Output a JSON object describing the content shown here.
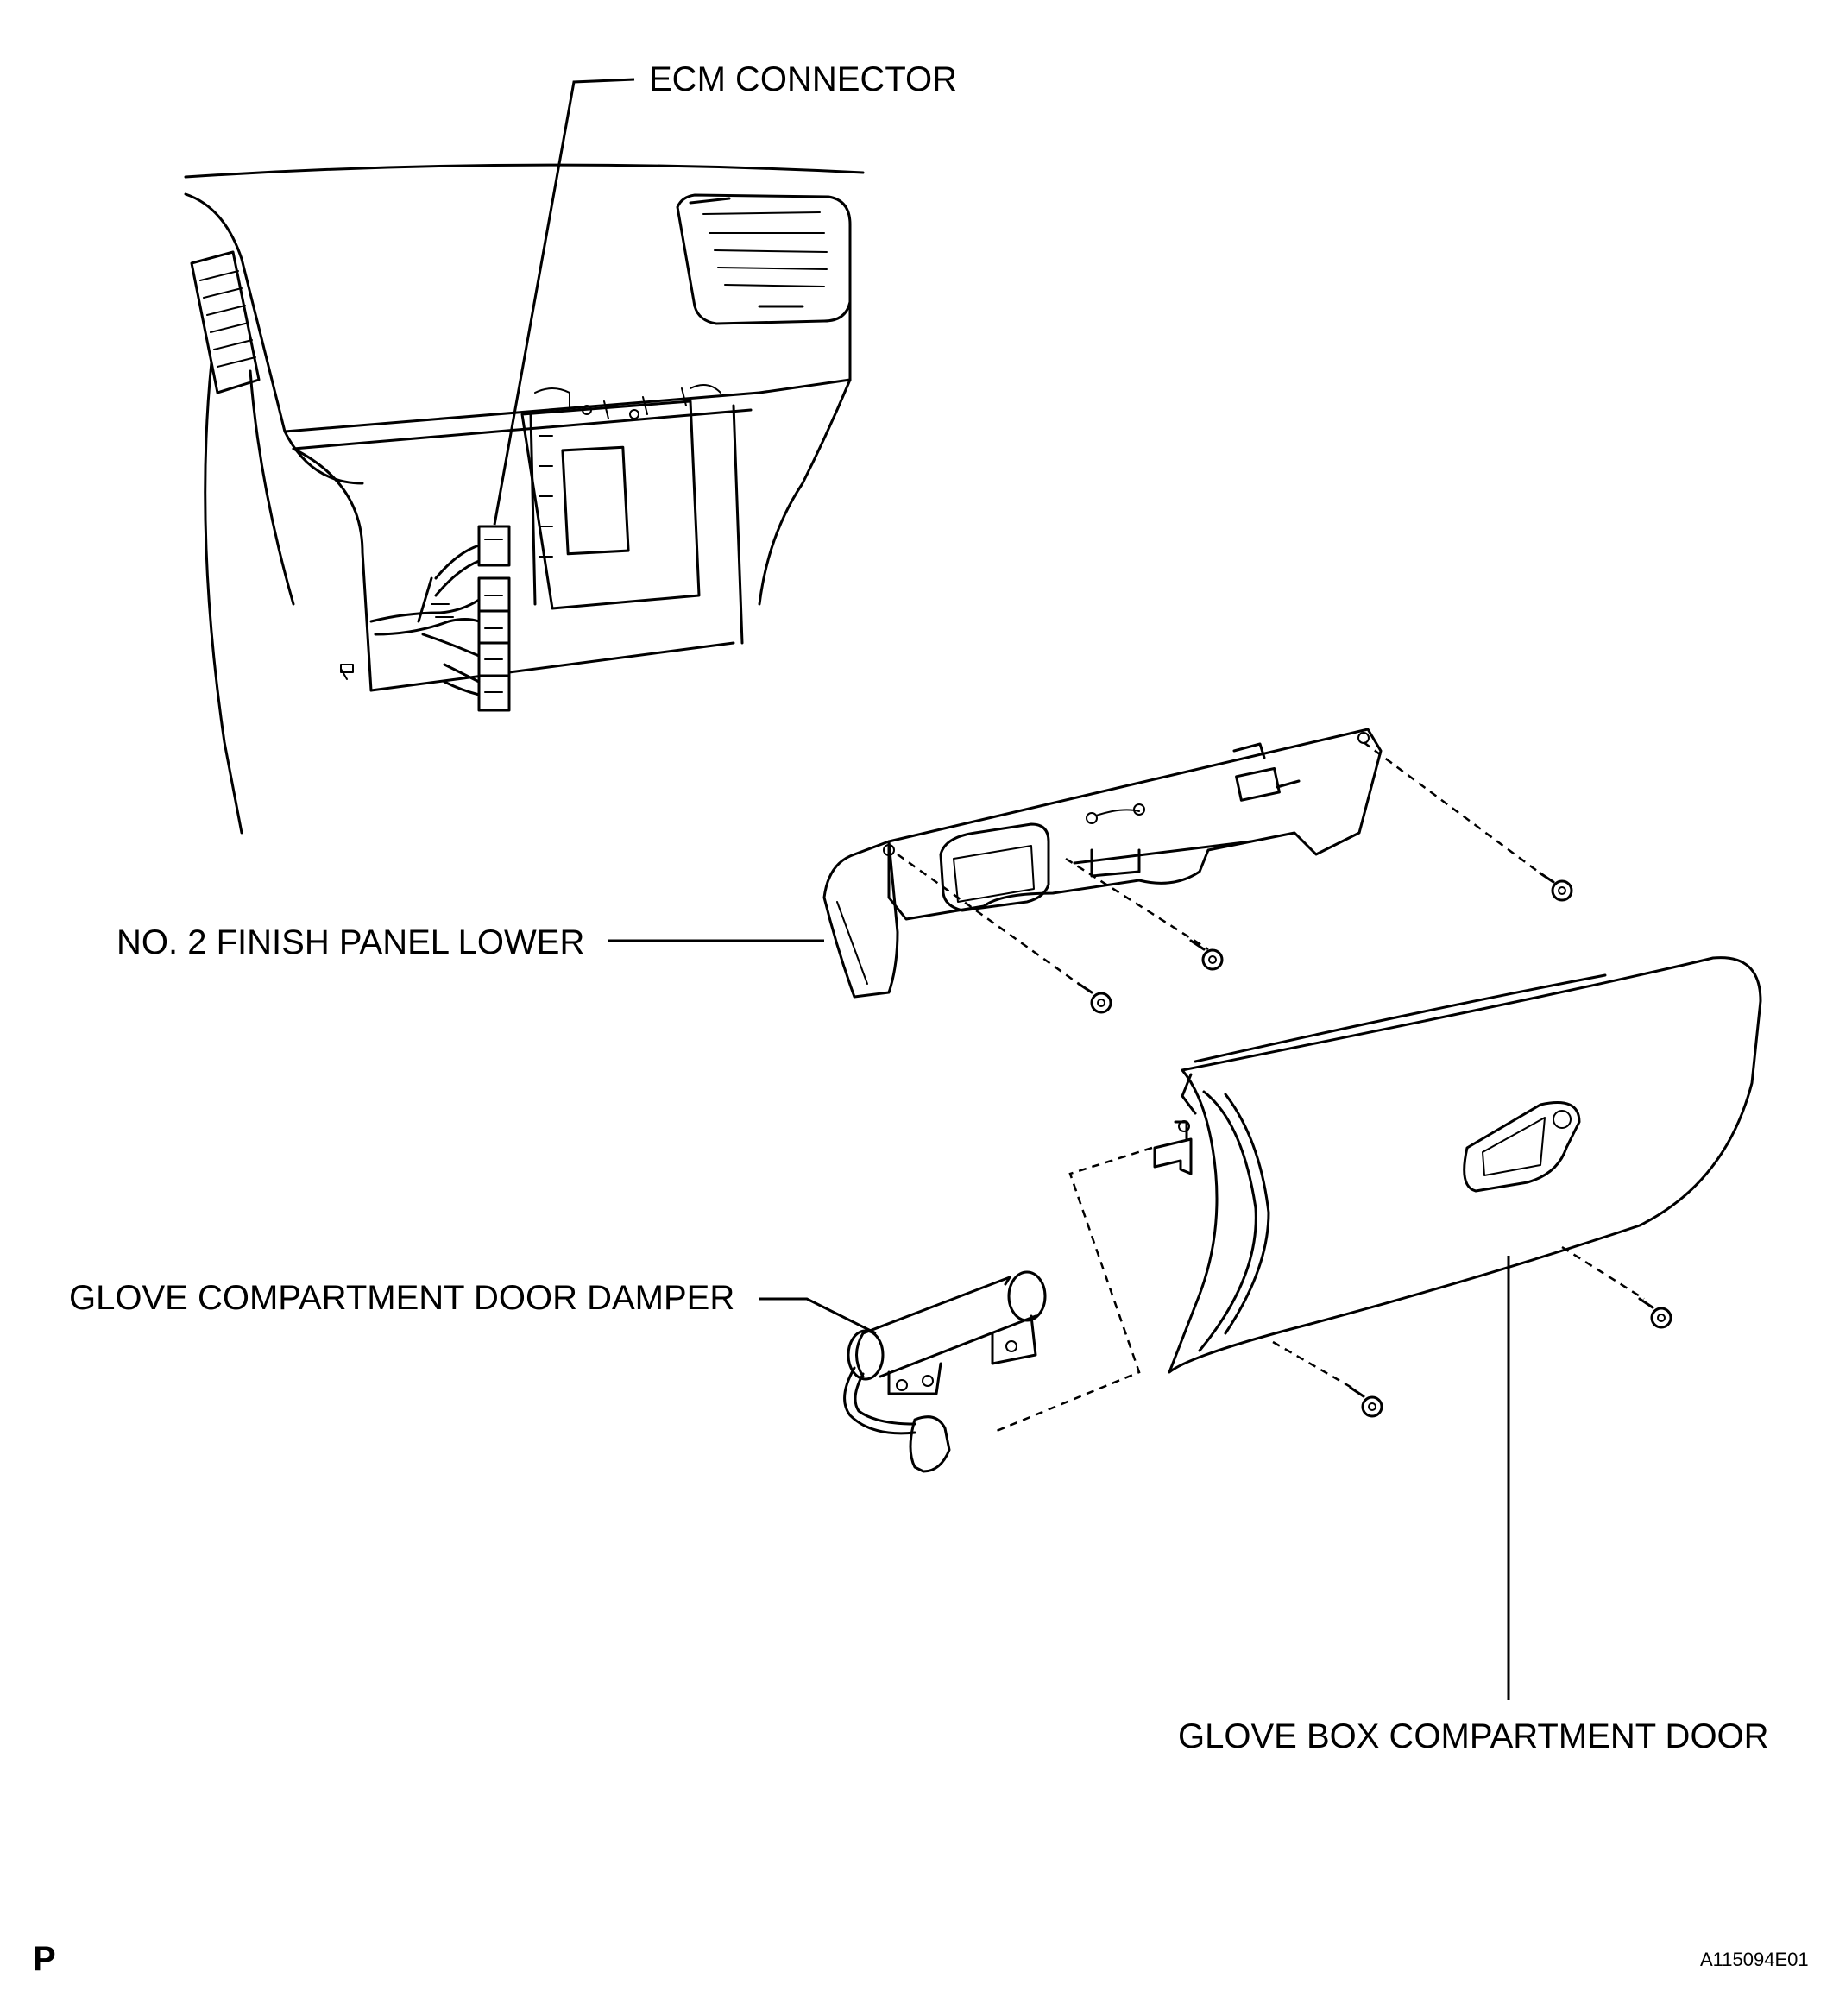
{
  "labels": {
    "ecm_connector": "ECM CONNECTOR",
    "finish_panel": "NO. 2 FINISH PANEL LOWER",
    "door_damper": "GLOVE COMPARTMENT DOOR DAMPER",
    "glove_box_door": "GLOVE BOX COMPARTMENT DOOR"
  },
  "footer": {
    "corner_letter": "P",
    "figure_code": "A115094E01"
  }
}
